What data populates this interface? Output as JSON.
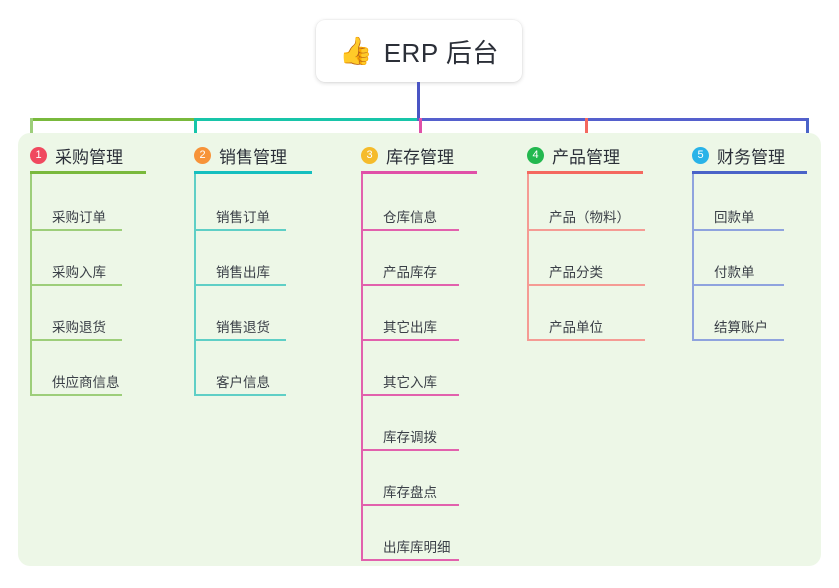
{
  "root": {
    "icon": "thumbs-up-icon",
    "emoji": "👍",
    "title": "ERP 后台"
  },
  "colors": {
    "panel_bg": "#edf7e7",
    "root_stem": "#4a55c4",
    "green": "#79b93c",
    "teal": "#18c5a9",
    "blue": "#5560cd",
    "badge1": "#f0495f",
    "badge2": "#f79339",
    "badge3": "#f5bb2a",
    "badge4": "#23b84f",
    "badge5": "#29b3e8",
    "rule1": "#79b93c",
    "rule2": "#15bfbf",
    "rule3": "#e050a8",
    "rule4": "#f4685f",
    "rule5": "#4a63c8",
    "leaf1": "#9dce7a",
    "leaf2": "#5fcfc6",
    "leaf3": "#e261ad",
    "leaf4": "#f59b94",
    "leaf5": "#8fa3de"
  },
  "columns": [
    {
      "number": "1",
      "title": "采购管理",
      "badge_color": "#f0495f",
      "rule_color": "#79b93c",
      "leaf_color": "#9dce7a",
      "items": [
        {
          "label": "采购订单"
        },
        {
          "label": "采购入库"
        },
        {
          "label": "采购退货"
        },
        {
          "label": "供应商信息"
        }
      ]
    },
    {
      "number": "2",
      "title": "销售管理",
      "badge_color": "#f79339",
      "rule_color": "#15bfbf",
      "leaf_color": "#5fcfc6",
      "items": [
        {
          "label": "销售订单"
        },
        {
          "label": "销售出库"
        },
        {
          "label": "销售退货"
        },
        {
          "label": "客户信息"
        }
      ]
    },
    {
      "number": "3",
      "title": "库存管理",
      "badge_color": "#f5bb2a",
      "rule_color": "#e050a8",
      "leaf_color": "#e261ad",
      "items": [
        {
          "label": "仓库信息"
        },
        {
          "label": "产品库存"
        },
        {
          "label": "其它出库"
        },
        {
          "label": "其它入库"
        },
        {
          "label": "库存调拨"
        },
        {
          "label": "库存盘点"
        },
        {
          "label": "出库库明细"
        }
      ]
    },
    {
      "number": "4",
      "title": "产品管理",
      "badge_color": "#23b84f",
      "rule_color": "#f4685f",
      "leaf_color": "#f59b94",
      "items": [
        {
          "label": "产品（物料）"
        },
        {
          "label": "产品分类"
        },
        {
          "label": "产品单位"
        }
      ]
    },
    {
      "number": "5",
      "title": "财务管理",
      "badge_color": "#29b3e8",
      "rule_color": "#4a63c8",
      "leaf_color": "#8fa3de",
      "items": [
        {
          "label": "回款单"
        },
        {
          "label": "付款单"
        },
        {
          "label": "结算账户"
        }
      ]
    }
  ]
}
